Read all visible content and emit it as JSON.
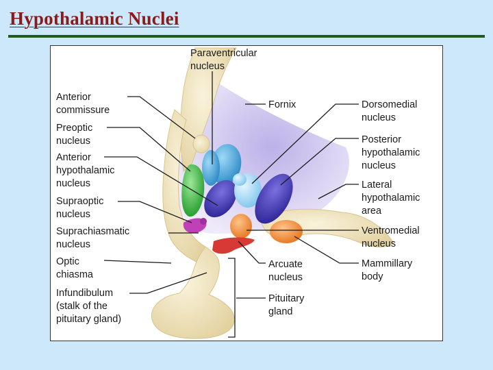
{
  "slide": {
    "title": "Hypothalamic Nuclei"
  },
  "labels": {
    "paraventricular": [
      "Paraventricular",
      "nucleus"
    ],
    "anterior_commissure": [
      "Anterior",
      "commissure"
    ],
    "preoptic": [
      "Preoptic",
      "nucleus"
    ],
    "anterior_hypothalamic": [
      "Anterior",
      "hypothalamic",
      "nucleus"
    ],
    "supraoptic": [
      "Supraoptic",
      "nucleus"
    ],
    "suprachiasmatic": [
      "Suprachiasmatic",
      "nucleus"
    ],
    "optic_chiasma": [
      "Optic",
      "chiasma"
    ],
    "infundibulum": [
      "Infundibulum",
      "(stalk of the",
      "pituitary gland)"
    ],
    "fornix": [
      "Fornix"
    ],
    "dorsomedial": [
      "Dorsomedial",
      "nucleus"
    ],
    "posterior_hypothalamic": [
      "Posterior",
      "hypothalamic",
      "nucleus"
    ],
    "lateral_hypothalamic": [
      "Lateral",
      "hypothalamic",
      "area"
    ],
    "ventromedial": [
      "Ventromedial",
      "nucleus"
    ],
    "mammillary": [
      "Mammillary",
      "body"
    ],
    "arcuate": [
      "Arcuate",
      "nucleus"
    ],
    "pituitary": [
      "Pituitary",
      "gland"
    ]
  },
  "colors": {
    "background": "#cce8fa",
    "title": "#8b1a1a",
    "rule": "#1f5a1f",
    "tissue": "#efe2b8",
    "lateral_area": "#cbc2ec",
    "paraventricular": "#3fa3d8",
    "anterior_hypothalamic": "#4a3fc0",
    "preoptic": "#35b83a",
    "dorsomedial": "#a9dcf4",
    "posterior": "#4036b0",
    "ventromedial": "#f08a3c",
    "mammillary": "#f0a246",
    "arcuate": "#d73a34",
    "suprachiasmatic": "#c040b8"
  }
}
